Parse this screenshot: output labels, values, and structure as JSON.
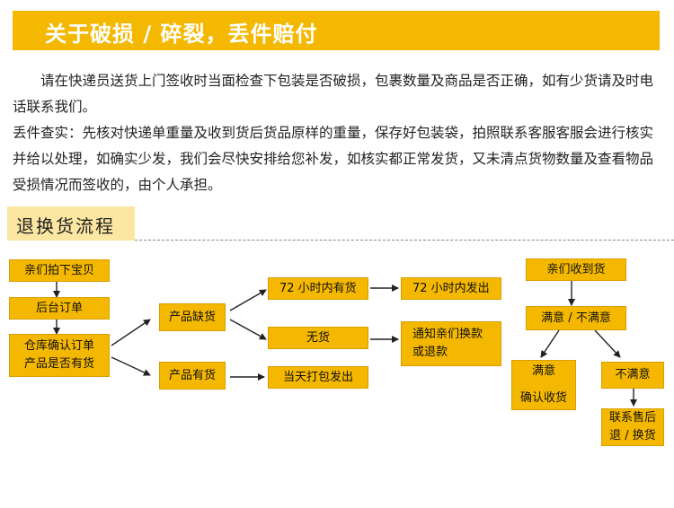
{
  "banner": {
    "title": "关于破损 / 碎裂，丢件赔付"
  },
  "notice": {
    "paragraph1": "请在快递员送货上门签收时当面检查下包装是否破损，包裹数量及商品是否正确，如有少货请及时电话联系我们。",
    "paragraph2": "丢件查实：先核对快递单重量及收到货后货品原样的重量，保存好包装袋，拍照联系客服客服会进行核实并给以处理，如确实少发，我们会尽快安排给您补发，如核实都正常发货，又未清点货物数量及查看物品受损情况而签收的，由个人承担。"
  },
  "section": {
    "title": "退换货流程"
  },
  "flow": {
    "place_order": "亲们拍下宝贝",
    "backend_order": "后台订单",
    "warehouse_line1": "仓库确认订单",
    "warehouse_line2": "产品是否有货",
    "out_of_stock": "产品缺货",
    "in_stock": "产品有货",
    "restock_72h": "72 小时内有货",
    "ship_72h": "72 小时内发出",
    "no_stock": "无货",
    "notify_line1": "通知亲们换款",
    "notify_line2": "或退款",
    "same_day": "当天打包发出",
    "received": "亲们收到货",
    "satisfied_or_not": "满意 / 不满意",
    "satisfied": "满意",
    "confirm_receipt": "确认收货",
    "not_satisfied": "不满意",
    "after_sales_line1": "联系售后",
    "after_sales_line2": "退 / 换货"
  },
  "colors": {
    "accent": "#f5b800",
    "section_tab": "#fbe7a1",
    "text": "#222222"
  }
}
